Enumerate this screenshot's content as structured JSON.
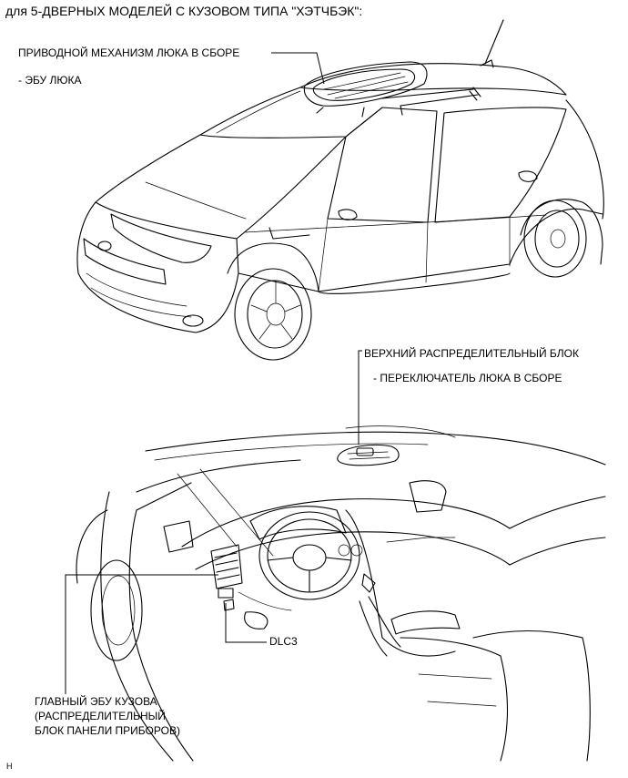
{
  "title": "для 5-ДВЕРНЫХ МОДЕЛЕЙ С КУЗОВОМ ТИПА \"ХЭТЧБЭК\":",
  "labels": {
    "sunroof_drive": "ПРИВОДНОЙ МЕХАНИЗМ ЛЮКА В СБОРЕ",
    "sunroof_ecu": "- ЭБУ ЛЮКА",
    "upper_block": "ВЕРХНИЙ РАСПРЕДЕЛИТЕЛЬНЫЙ БЛОК",
    "sunroof_switch": "- ПЕРЕКЛЮЧАТЕЛЬ ЛЮКА В СБОРЕ",
    "dlc3": "DLC3",
    "main_body_ecu_1": "ГЛАВНЫЙ ЭБУ КУЗОВА",
    "main_body_ecu_2": "(РАСПРЕДЕЛИТЕЛЬНЫЙ",
    "main_body_ecu_3": "БЛОК ПАНЕЛИ ПРИБОРОВ)"
  },
  "corner_mark": "H"
}
